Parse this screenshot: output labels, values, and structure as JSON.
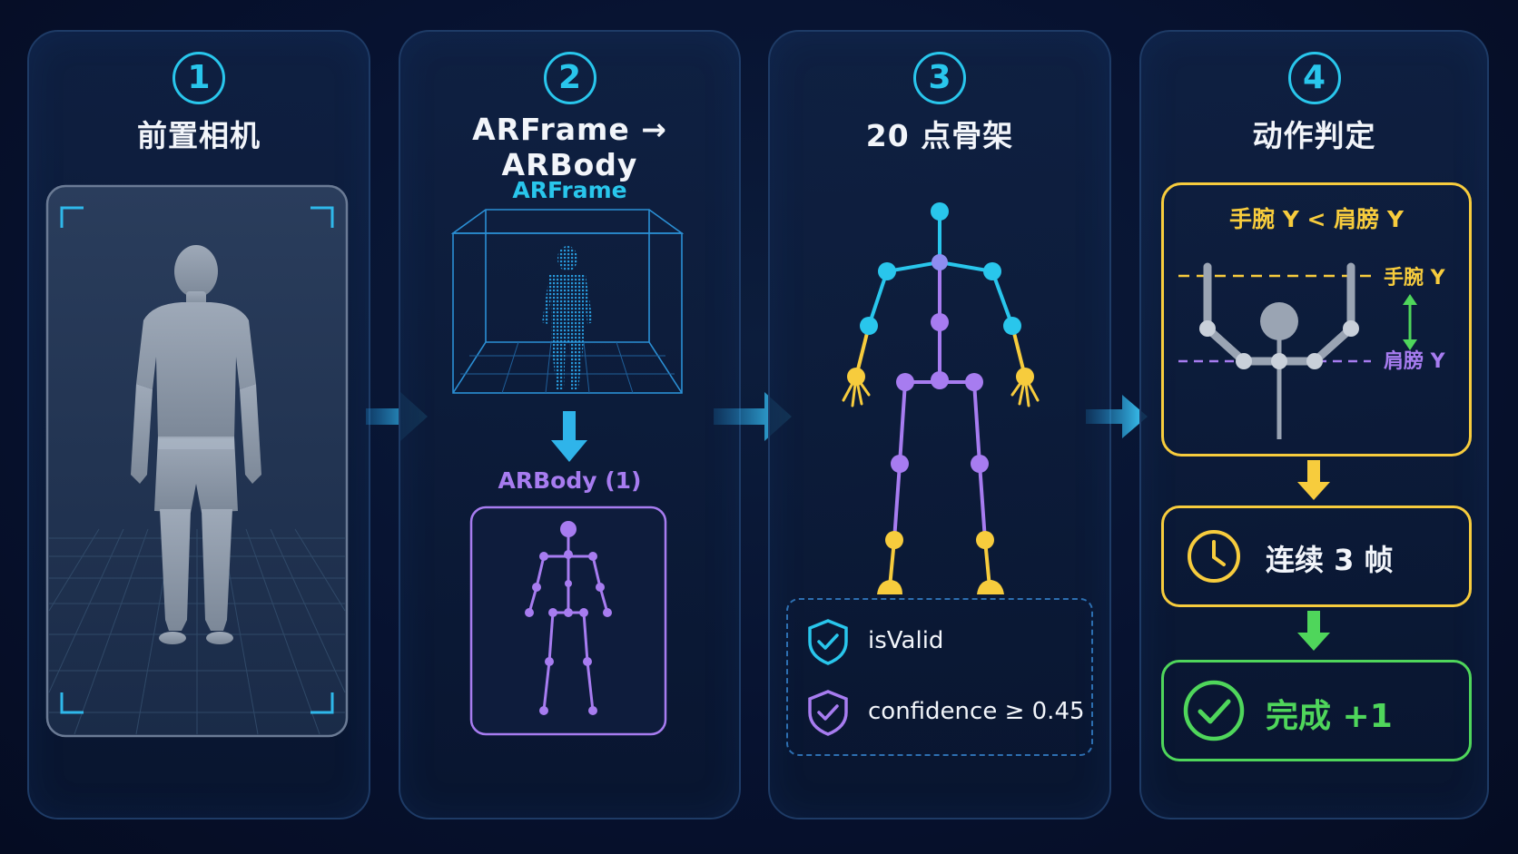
{
  "steps": [
    {
      "number": "1",
      "title": "前置相机"
    },
    {
      "number": "2",
      "title": "ARFrame → ARBody"
    },
    {
      "number": "3",
      "title": "20 点骨架"
    },
    {
      "number": "4",
      "title": "动作判定"
    }
  ],
  "step2": {
    "frame_label": "ARFrame",
    "body_label": "ARBody (1)"
  },
  "step3": {
    "valid_label": "isValid",
    "confidence_label": "confidence ≥ 0.45"
  },
  "step4": {
    "condition": "手腕 Y < 肩膀 Y",
    "wrist_line_label": "手腕 Y",
    "shoulder_line_label": "肩膀 Y",
    "frames_label": "连续 3 帧",
    "done_label": "完成 +1"
  },
  "colors": {
    "cyan": "#29c6ec",
    "purple": "#a77cf0",
    "yellow": "#f7cc3d",
    "green": "#4fd65b",
    "panel_border": "#1e3b66"
  }
}
